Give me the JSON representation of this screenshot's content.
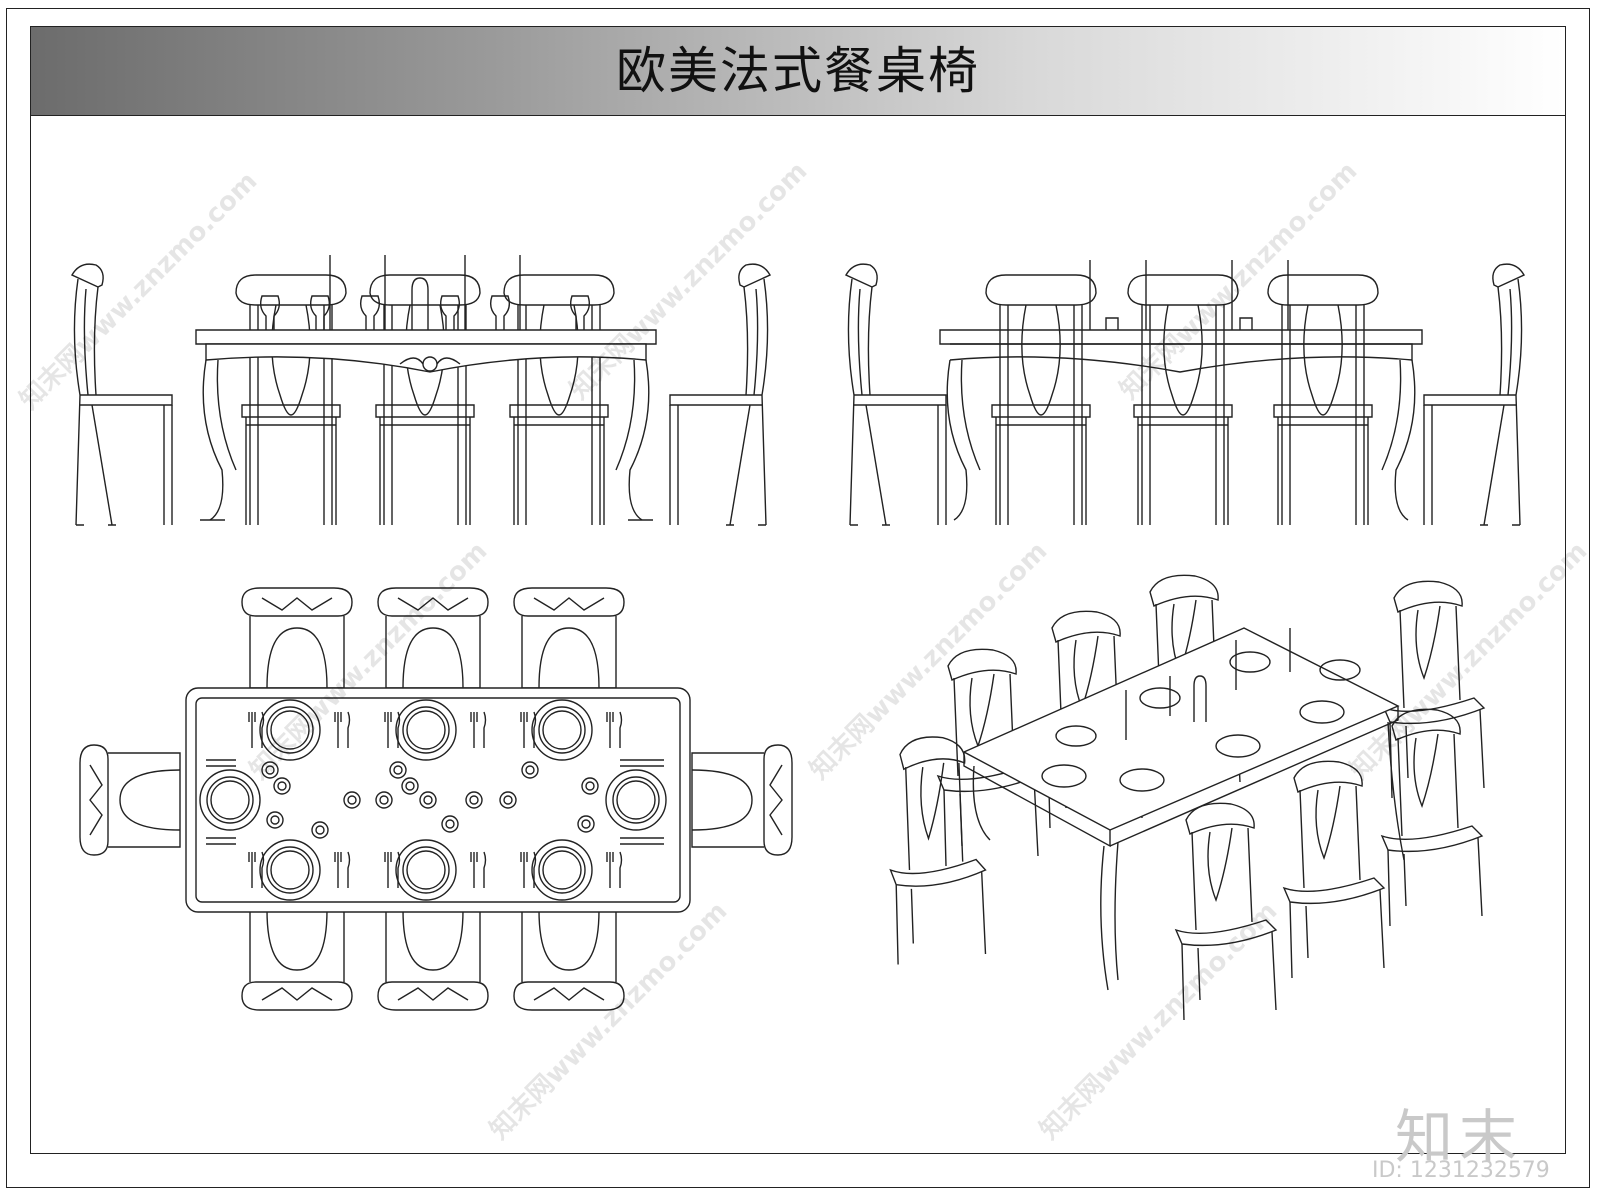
{
  "title": "欧美法式餐桌椅",
  "watermarks": [
    "知末网www.znzmo.com"
  ],
  "logo_text": "知末",
  "id_label": "ID: 1231232579",
  "colors": {
    "line": "#222222",
    "title_gradient_dark": "#6c6c6c",
    "title_gradient_light": "#ffffff",
    "watermark": "#c9c9c9"
  },
  "views": [
    {
      "name": "front-elevation",
      "chairs_visible": 5
    },
    {
      "name": "side-elevation",
      "chairs_visible": 5
    },
    {
      "name": "plan-view",
      "chairs": 8,
      "place_settings": 8
    },
    {
      "name": "perspective-view",
      "chairs": 8
    }
  ]
}
